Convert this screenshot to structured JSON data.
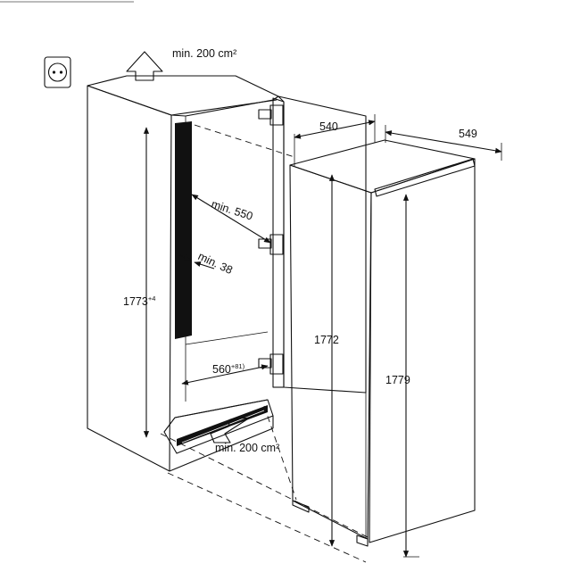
{
  "labels": {
    "vent_top": "min. 200 cm²",
    "vent_bottom": "min. 200 cm²",
    "niche_height": "1773",
    "niche_height_tol": "+4",
    "niche_depth": "min. 550",
    "gap": "min. 38",
    "niche_width": "560",
    "niche_width_tol": "+8",
    "niche_width_note": "1)",
    "appliance_depth_door": "540",
    "appliance_depth": "549",
    "appliance_height_body": "1772",
    "appliance_height_total": "1779"
  },
  "icons": [
    "power-socket-icon",
    "airflow-arrow-icon"
  ]
}
